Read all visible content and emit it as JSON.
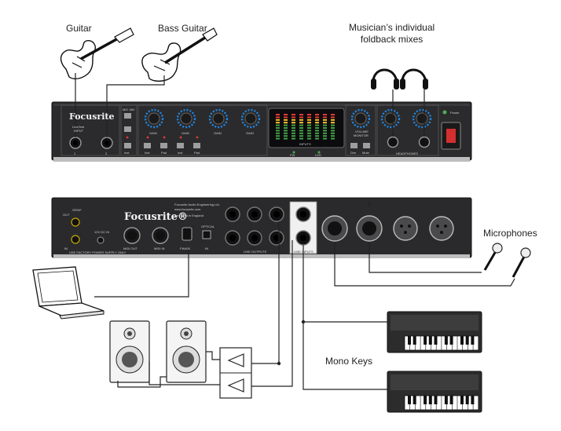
{
  "labels": {
    "guitar": "Guitar",
    "bass_guitar": "Bass Guitar",
    "foldback_line1": "Musician’s individual",
    "foldback_line2": "foldback mixes",
    "microphones": "Microphones",
    "mono_keys": "Mono Keys"
  },
  "front_panel": {
    "brand": "Focusrite",
    "instrument_input": "Line/Inst",
    "input_label": "INPUT",
    "input_1": "1",
    "input_2": "2",
    "mic_48v": "MIC 48V",
    "gain_label": "GAIN",
    "inputs_meter_label": "INPUTS",
    "monitor_label": "MONITOR",
    "volume_label": "VOLUME",
    "headphones_label": "HEADPHONES",
    "dim_label": "Dim",
    "mute_label": "Mute",
    "power_label": "Power",
    "inst_label": "Inst",
    "pad_label": "Pad",
    "fw_label": "FW",
    "lock_label": "LKD"
  },
  "rear_panel": {
    "brand": "Focusrite®",
    "company": "Focusrite Audio Engineering Ltd.",
    "website": "www.focusrite.com",
    "designed": "Designed in England",
    "spdif": "SPDIF",
    "spdif_out": "OUT",
    "spdif_in": "IN",
    "dc_in": "12V DC IN",
    "psu_note": "USE FACTORY POWER SUPPLY ONLY",
    "midi_out": "MIDI OUT",
    "midi_in": "MIDI IN",
    "optical": "OPTICAL",
    "optical_in": "IN",
    "fw400": "FW400",
    "line_outputs": "LINE OUTPUTS",
    "line_inputs": "LINE INPUTS"
  }
}
